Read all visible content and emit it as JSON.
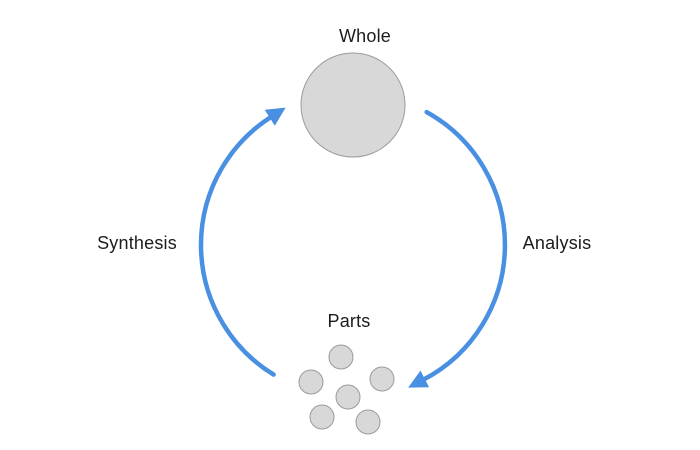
{
  "diagram": {
    "whole_label": "Whole",
    "parts_label": "Parts",
    "synthesis_label": "Synthesis",
    "analysis_label": "Analysis",
    "colors": {
      "arrow_blue": "#4a90e2",
      "circle_fill": "#d8d8d8",
      "circle_stroke": "#9b9b9b",
      "text": "#1c1c1c",
      "background": "#ffffff"
    }
  }
}
